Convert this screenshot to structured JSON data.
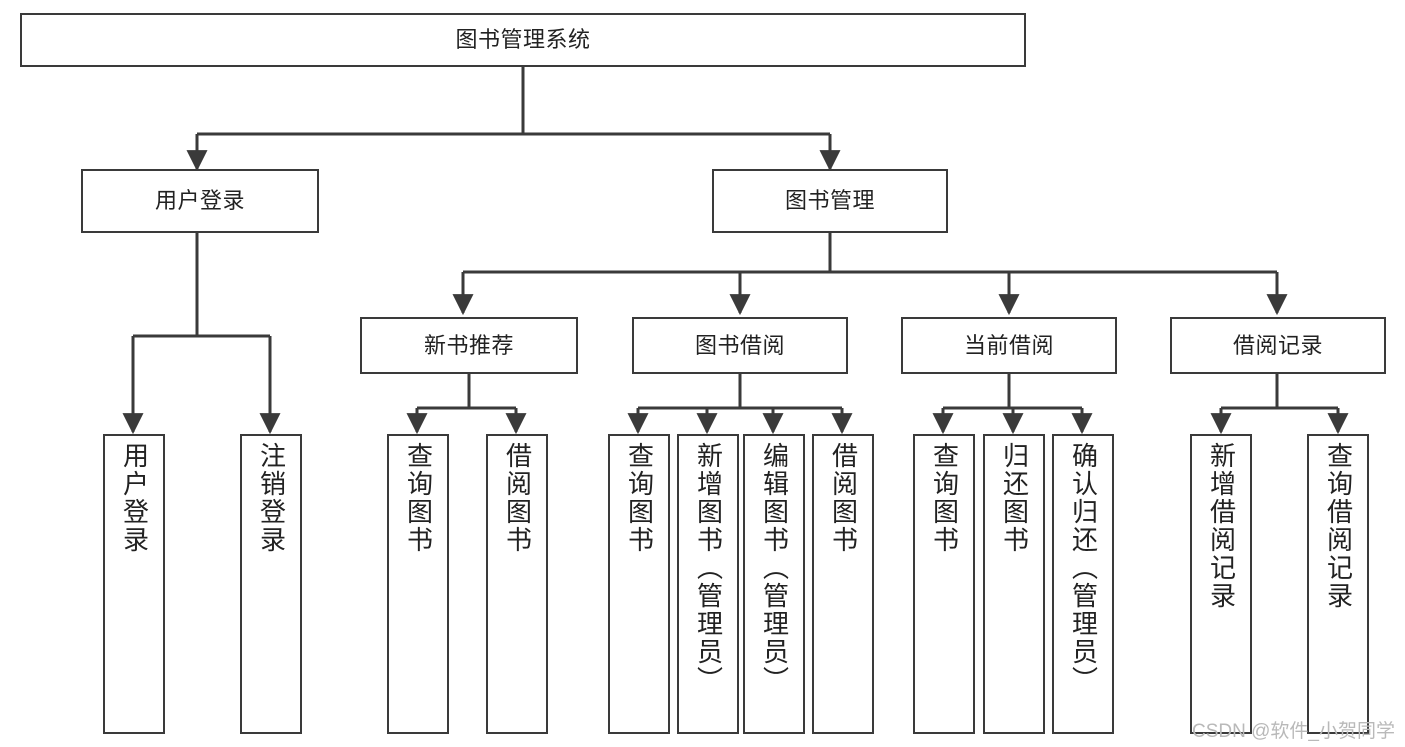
{
  "diagram": {
    "title": "图书管理系统",
    "type": "hierarchy-tree",
    "colors": {
      "background": "#ffffff",
      "stroke": "#3a3a3a",
      "box_fill": "#ffffff",
      "text": "#222222",
      "watermark": "#b9b9b9"
    },
    "root": {
      "id": "root",
      "label": "图书管理系统"
    },
    "level2": [
      {
        "id": "user-login",
        "label": "用户登录"
      },
      {
        "id": "book-manage",
        "label": "图书管理"
      }
    ],
    "level3": [
      {
        "id": "new-book-recommend",
        "label": "新书推荐",
        "parent": "book-manage"
      },
      {
        "id": "book-borrow",
        "label": "图书借阅",
        "parent": "book-manage"
      },
      {
        "id": "current-borrow",
        "label": "当前借阅",
        "parent": "book-manage"
      },
      {
        "id": "borrow-record",
        "label": "借阅记录",
        "parent": "book-manage"
      }
    ],
    "leaves": {
      "user_login": [
        {
          "id": "leaf-user-login",
          "label": "用户登录"
        },
        {
          "id": "leaf-logout-login",
          "label": "注销登录"
        }
      ],
      "new_book_recommend": [
        {
          "id": "leaf-query-book-1",
          "label": "查询图书"
        },
        {
          "id": "leaf-borrow-book-1",
          "label": "借阅图书"
        }
      ],
      "book_borrow": [
        {
          "id": "leaf-query-book-2",
          "label": "查询图书"
        },
        {
          "id": "leaf-add-book",
          "label": "新增图书（管理员）"
        },
        {
          "id": "leaf-edit-book",
          "label": "编辑图书（管理员）"
        },
        {
          "id": "leaf-borrow-book-2",
          "label": "借阅图书"
        }
      ],
      "current_borrow": [
        {
          "id": "leaf-query-book-3",
          "label": "查询图书"
        },
        {
          "id": "leaf-return-book",
          "label": "归还图书"
        },
        {
          "id": "leaf-confirm-return",
          "label": "确认归还（管理员）"
        }
      ],
      "borrow_record": [
        {
          "id": "leaf-add-borrow-record",
          "label": "新增借阅记录"
        },
        {
          "id": "leaf-query-borrow-record",
          "label": "查询借阅记录"
        }
      ]
    }
  },
  "watermark": {
    "text": "CSDN @软件_小贺同学"
  }
}
